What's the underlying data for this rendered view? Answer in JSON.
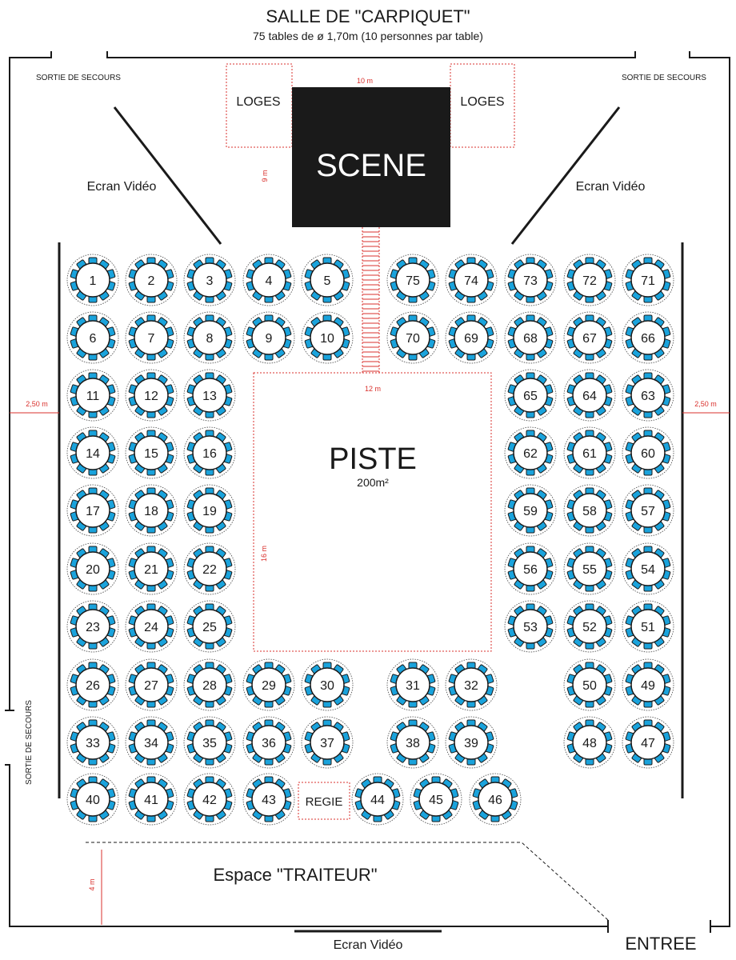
{
  "title": "SALLE DE \"CARPIQUET\"",
  "subtitle": "75 tables de ø 1,70m (10 personnes par table)",
  "labels": {
    "emergency_exit": "SORTIE DE SECOURS",
    "loges": "LOGES",
    "scene": "SCENE",
    "video_screen": "Ecran Vidéo",
    "piste": "PISTE",
    "piste_area": "200m²",
    "regie": "REGIE",
    "traiteur": "Espace \"TRAITEUR\"",
    "entrance": "ENTREE"
  },
  "dimensions": {
    "scene_width": "10 m",
    "scene_depth": "9 m",
    "piste_width": "12 m",
    "piste_depth": "16 m",
    "aisle_left": "2,50 m",
    "aisle_right": "2,50 m",
    "traiteur_depth": "4 m"
  },
  "colors": {
    "seat": "#1aa3dc",
    "outline": "#1a1a1a",
    "dimension": "#d9302c",
    "scene": "#1a1a1a"
  },
  "tables": [
    {
      "n": "1",
      "row": 0,
      "col": 0
    },
    {
      "n": "2",
      "row": 0,
      "col": 1
    },
    {
      "n": "3",
      "row": 0,
      "col": 2
    },
    {
      "n": "4",
      "row": 0,
      "col": 3
    },
    {
      "n": "5",
      "row": 0,
      "col": 4
    },
    {
      "n": "75",
      "row": 0,
      "col": 5
    },
    {
      "n": "74",
      "row": 0,
      "col": 6
    },
    {
      "n": "73",
      "row": 0,
      "col": 7
    },
    {
      "n": "72",
      "row": 0,
      "col": 8
    },
    {
      "n": "71",
      "row": 0,
      "col": 9
    },
    {
      "n": "6",
      "row": 1,
      "col": 0
    },
    {
      "n": "7",
      "row": 1,
      "col": 1
    },
    {
      "n": "8",
      "row": 1,
      "col": 2
    },
    {
      "n": "9",
      "row": 1,
      "col": 3
    },
    {
      "n": "10",
      "row": 1,
      "col": 4
    },
    {
      "n": "70",
      "row": 1,
      "col": 5
    },
    {
      "n": "69",
      "row": 1,
      "col": 6
    },
    {
      "n": "68",
      "row": 1,
      "col": 7
    },
    {
      "n": "67",
      "row": 1,
      "col": 8
    },
    {
      "n": "66",
      "row": 1,
      "col": 9
    },
    {
      "n": "11",
      "row": 2,
      "col": 0
    },
    {
      "n": "12",
      "row": 2,
      "col": 1
    },
    {
      "n": "13",
      "row": 2,
      "col": 2
    },
    {
      "n": "65",
      "row": 2,
      "col": 7
    },
    {
      "n": "64",
      "row": 2,
      "col": 8
    },
    {
      "n": "63",
      "row": 2,
      "col": 9
    },
    {
      "n": "14",
      "row": 3,
      "col": 0
    },
    {
      "n": "15",
      "row": 3,
      "col": 1
    },
    {
      "n": "16",
      "row": 3,
      "col": 2
    },
    {
      "n": "62",
      "row": 3,
      "col": 7
    },
    {
      "n": "61",
      "row": 3,
      "col": 8
    },
    {
      "n": "60",
      "row": 3,
      "col": 9
    },
    {
      "n": "17",
      "row": 4,
      "col": 0
    },
    {
      "n": "18",
      "row": 4,
      "col": 1
    },
    {
      "n": "19",
      "row": 4,
      "col": 2
    },
    {
      "n": "59",
      "row": 4,
      "col": 7
    },
    {
      "n": "58",
      "row": 4,
      "col": 8
    },
    {
      "n": "57",
      "row": 4,
      "col": 9
    },
    {
      "n": "20",
      "row": 5,
      "col": 0
    },
    {
      "n": "21",
      "row": 5,
      "col": 1
    },
    {
      "n": "22",
      "row": 5,
      "col": 2
    },
    {
      "n": "56",
      "row": 5,
      "col": 7
    },
    {
      "n": "55",
      "row": 5,
      "col": 8
    },
    {
      "n": "54",
      "row": 5,
      "col": 9
    },
    {
      "n": "23",
      "row": 6,
      "col": 0
    },
    {
      "n": "24",
      "row": 6,
      "col": 1
    },
    {
      "n": "25",
      "row": 6,
      "col": 2
    },
    {
      "n": "53",
      "row": 6,
      "col": 7
    },
    {
      "n": "52",
      "row": 6,
      "col": 8
    },
    {
      "n": "51",
      "row": 6,
      "col": 9
    },
    {
      "n": "26",
      "row": 7,
      "col": 0
    },
    {
      "n": "27",
      "row": 7,
      "col": 1
    },
    {
      "n": "28",
      "row": 7,
      "col": 2
    },
    {
      "n": "29",
      "row": 7,
      "col": 3
    },
    {
      "n": "30",
      "row": 7,
      "col": 4
    },
    {
      "n": "31",
      "row": 7,
      "col": 5
    },
    {
      "n": "32",
      "row": 7,
      "col": 6
    },
    {
      "n": "50",
      "row": 7,
      "col": 8
    },
    {
      "n": "49",
      "row": 7,
      "col": 9
    },
    {
      "n": "33",
      "row": 8,
      "col": 0
    },
    {
      "n": "34",
      "row": 8,
      "col": 1
    },
    {
      "n": "35",
      "row": 8,
      "col": 2
    },
    {
      "n": "36",
      "row": 8,
      "col": 3
    },
    {
      "n": "37",
      "row": 8,
      "col": 4
    },
    {
      "n": "38",
      "row": 8,
      "col": 5
    },
    {
      "n": "39",
      "row": 8,
      "col": 6
    },
    {
      "n": "48",
      "row": 8,
      "col": 8
    },
    {
      "n": "47",
      "row": 8,
      "col": 9
    },
    {
      "n": "40",
      "row": 9,
      "col": 0
    },
    {
      "n": "41",
      "row": 9,
      "col": 1
    },
    {
      "n": "42",
      "row": 9,
      "col": 2
    },
    {
      "n": "43",
      "row": 9,
      "col": 3
    },
    {
      "n": "44",
      "row": 9,
      "col": 5
    },
    {
      "n": "45",
      "row": 9,
      "col": 6
    },
    {
      "n": "46",
      "row": 9,
      "col": 7
    }
  ]
}
